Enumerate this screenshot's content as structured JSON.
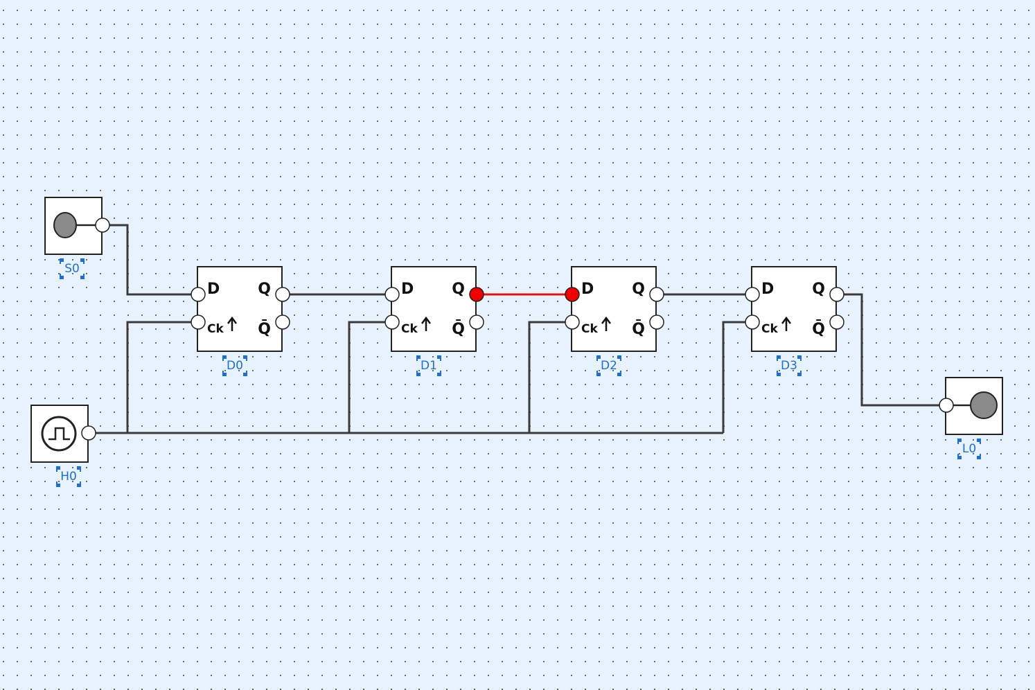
{
  "components": {
    "switch": {
      "name": "S0",
      "icon": "toggle-switch-icon"
    },
    "clock": {
      "name": "H0",
      "icon": "clock-wave-icon"
    },
    "led": {
      "name": "L0",
      "icon": "led-icon"
    },
    "flipflops": [
      {
        "name": "D0",
        "d": "D",
        "q": "Q",
        "qbar": "Q̄",
        "ck": "Ck"
      },
      {
        "name": "D1",
        "d": "D",
        "q": "Q",
        "qbar": "Q̄",
        "ck": "Ck"
      },
      {
        "name": "D2",
        "d": "D",
        "q": "Q",
        "qbar": "Q̄",
        "ck": "Ck"
      },
      {
        "name": "D3",
        "d": "D",
        "q": "Q",
        "qbar": "Q̄",
        "ck": "Ck"
      }
    ]
  },
  "colors": {
    "wire": "#3a3a3a",
    "active_wire": "#e81010",
    "selection": "#1a6fd6",
    "background": "#e8f2fc",
    "led_off": "#8a8a8a"
  }
}
